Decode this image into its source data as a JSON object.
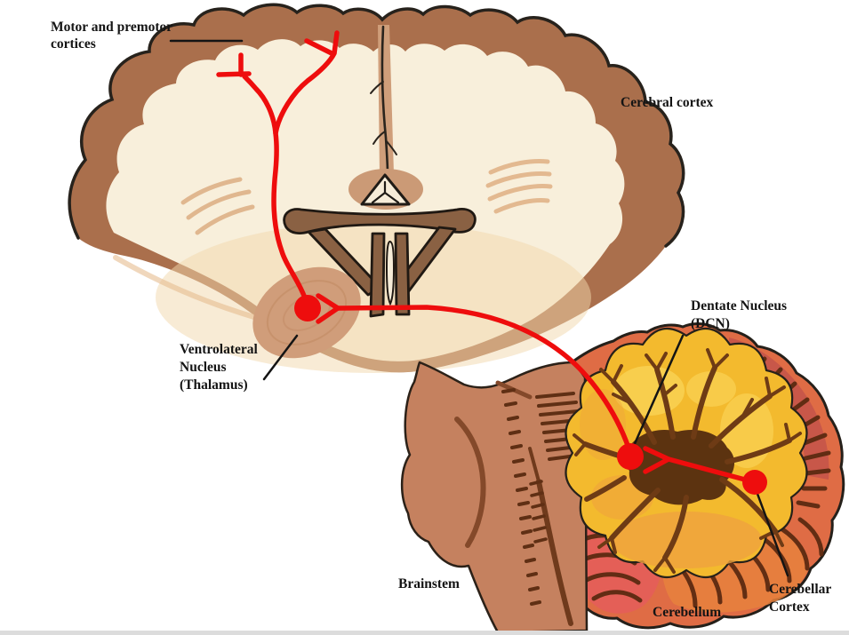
{
  "diagram": {
    "type": "hand-painted neuroanatomy illustration",
    "pathway_color": "#ee0d0d",
    "pathway_route": [
      "Cerebellar Cortex",
      "Dentate Nucleus (DCN)",
      "Ventrolateral Nucleus (Thalamus)",
      "Motor and premotor cortices"
    ]
  },
  "labels": {
    "motor_cortices": {
      "line1": "Motor and premotor",
      "line2": "cortices"
    },
    "cerebral_cortex": {
      "line1": "Cerebral cortex"
    },
    "ventrolateral_nucleus": {
      "line1": "Ventrolateral",
      "line2": "Nucleus",
      "line3": "(Thalamus)"
    },
    "dentate_nucleus": {
      "line1": "Dentate Nucleus",
      "line2": "(DCN)"
    },
    "brainstem": {
      "line1": "Brainstem"
    },
    "cerebellum": {
      "line1": "Cerebellum"
    },
    "cerebellar_cortex": {
      "line1": "Cerebellar",
      "line2": "Cortex"
    }
  },
  "palette": {
    "background": "#ffffff",
    "pathway_red": "#ee0d0d",
    "cortex_rim_brown": "#aa6f4c",
    "cerebrum_interior_cream": "#f8efdb",
    "thalamus_tan": "#d09d7a",
    "corpus_callosum_brown": "#8a6143",
    "vermis_yellow": "#f3ba2e",
    "arbor_vitae_brown": "#6e3b15",
    "folia_orange": "#df6c45",
    "folia_red": "#c85749",
    "brainstem_salmon": "#c5815f",
    "label_text": "#141414"
  }
}
